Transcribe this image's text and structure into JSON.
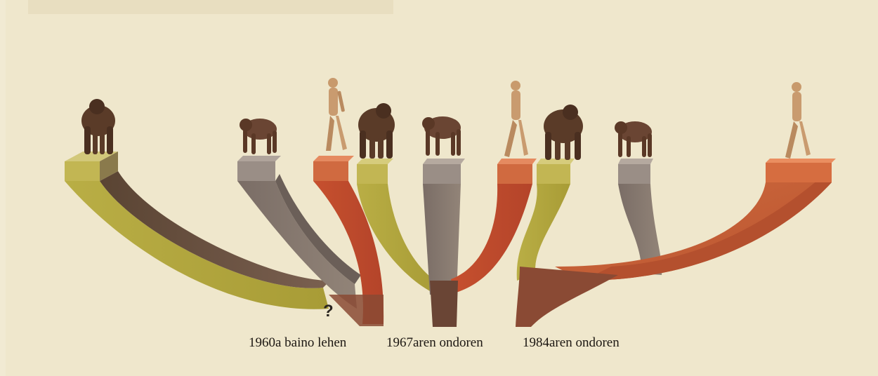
{
  "captions": {
    "c1960": "1960a baino lehen",
    "c1967": "1967aren ondoren",
    "c1984": "1984aren ondoren"
  },
  "unknown_marker": "?",
  "colors": {
    "gorilla": "#b7ac3a",
    "chimpanzee": "#86786a",
    "human": "#c45a36",
    "great_apes_1960": "#6e5644",
    "page": "#f1ead3"
  },
  "icons": [
    "gorilla-icon",
    "chimpanzee-icon",
    "human-icon"
  ]
}
